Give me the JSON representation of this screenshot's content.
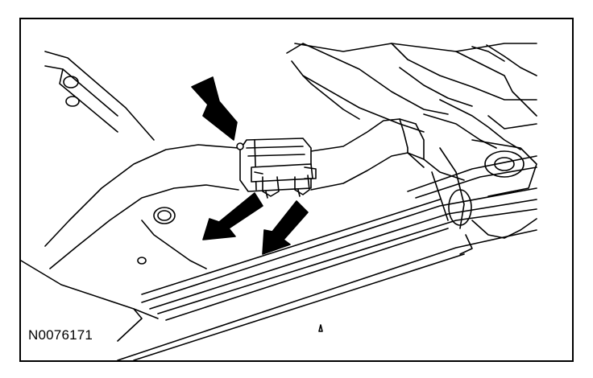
{
  "figure": {
    "id_label": "N0076171",
    "stroke_color": "#000000",
    "background_color": "#ffffff",
    "callouts": [
      {
        "name": "arrow-upper-left",
        "icon": "arrow-callout-icon"
      },
      {
        "name": "arrow-lower-left",
        "icon": "arrow-callout-icon"
      },
      {
        "name": "arrow-lower-right",
        "icon": "arrow-callout-icon"
      }
    ]
  }
}
